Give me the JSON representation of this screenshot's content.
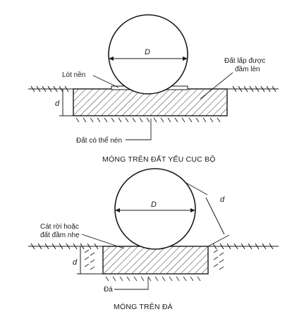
{
  "diagram_top": {
    "diameter_label": "D",
    "bedding_label": "Lót nền",
    "backfill_label_line1": "Đất lấp được",
    "backfill_label_line2": "đầm lèn",
    "depth_label": "d",
    "soil_label": "Đất có thể nén",
    "caption": "MÓNG TRÊN ĐẤT YẾU CỤC BỘ"
  },
  "diagram_bottom": {
    "diameter_label": "D",
    "sand_label_line1": "Cát rời hoặc",
    "sand_label_line2": "đất đầm nhẹ",
    "depth_label": "d",
    "offset_label": "d",
    "rock_label": "Đá",
    "caption": "MÓNG TRÊN ĐÁ"
  },
  "colors": {
    "ink": "#1a1a1a",
    "paper": "#ffffff"
  }
}
